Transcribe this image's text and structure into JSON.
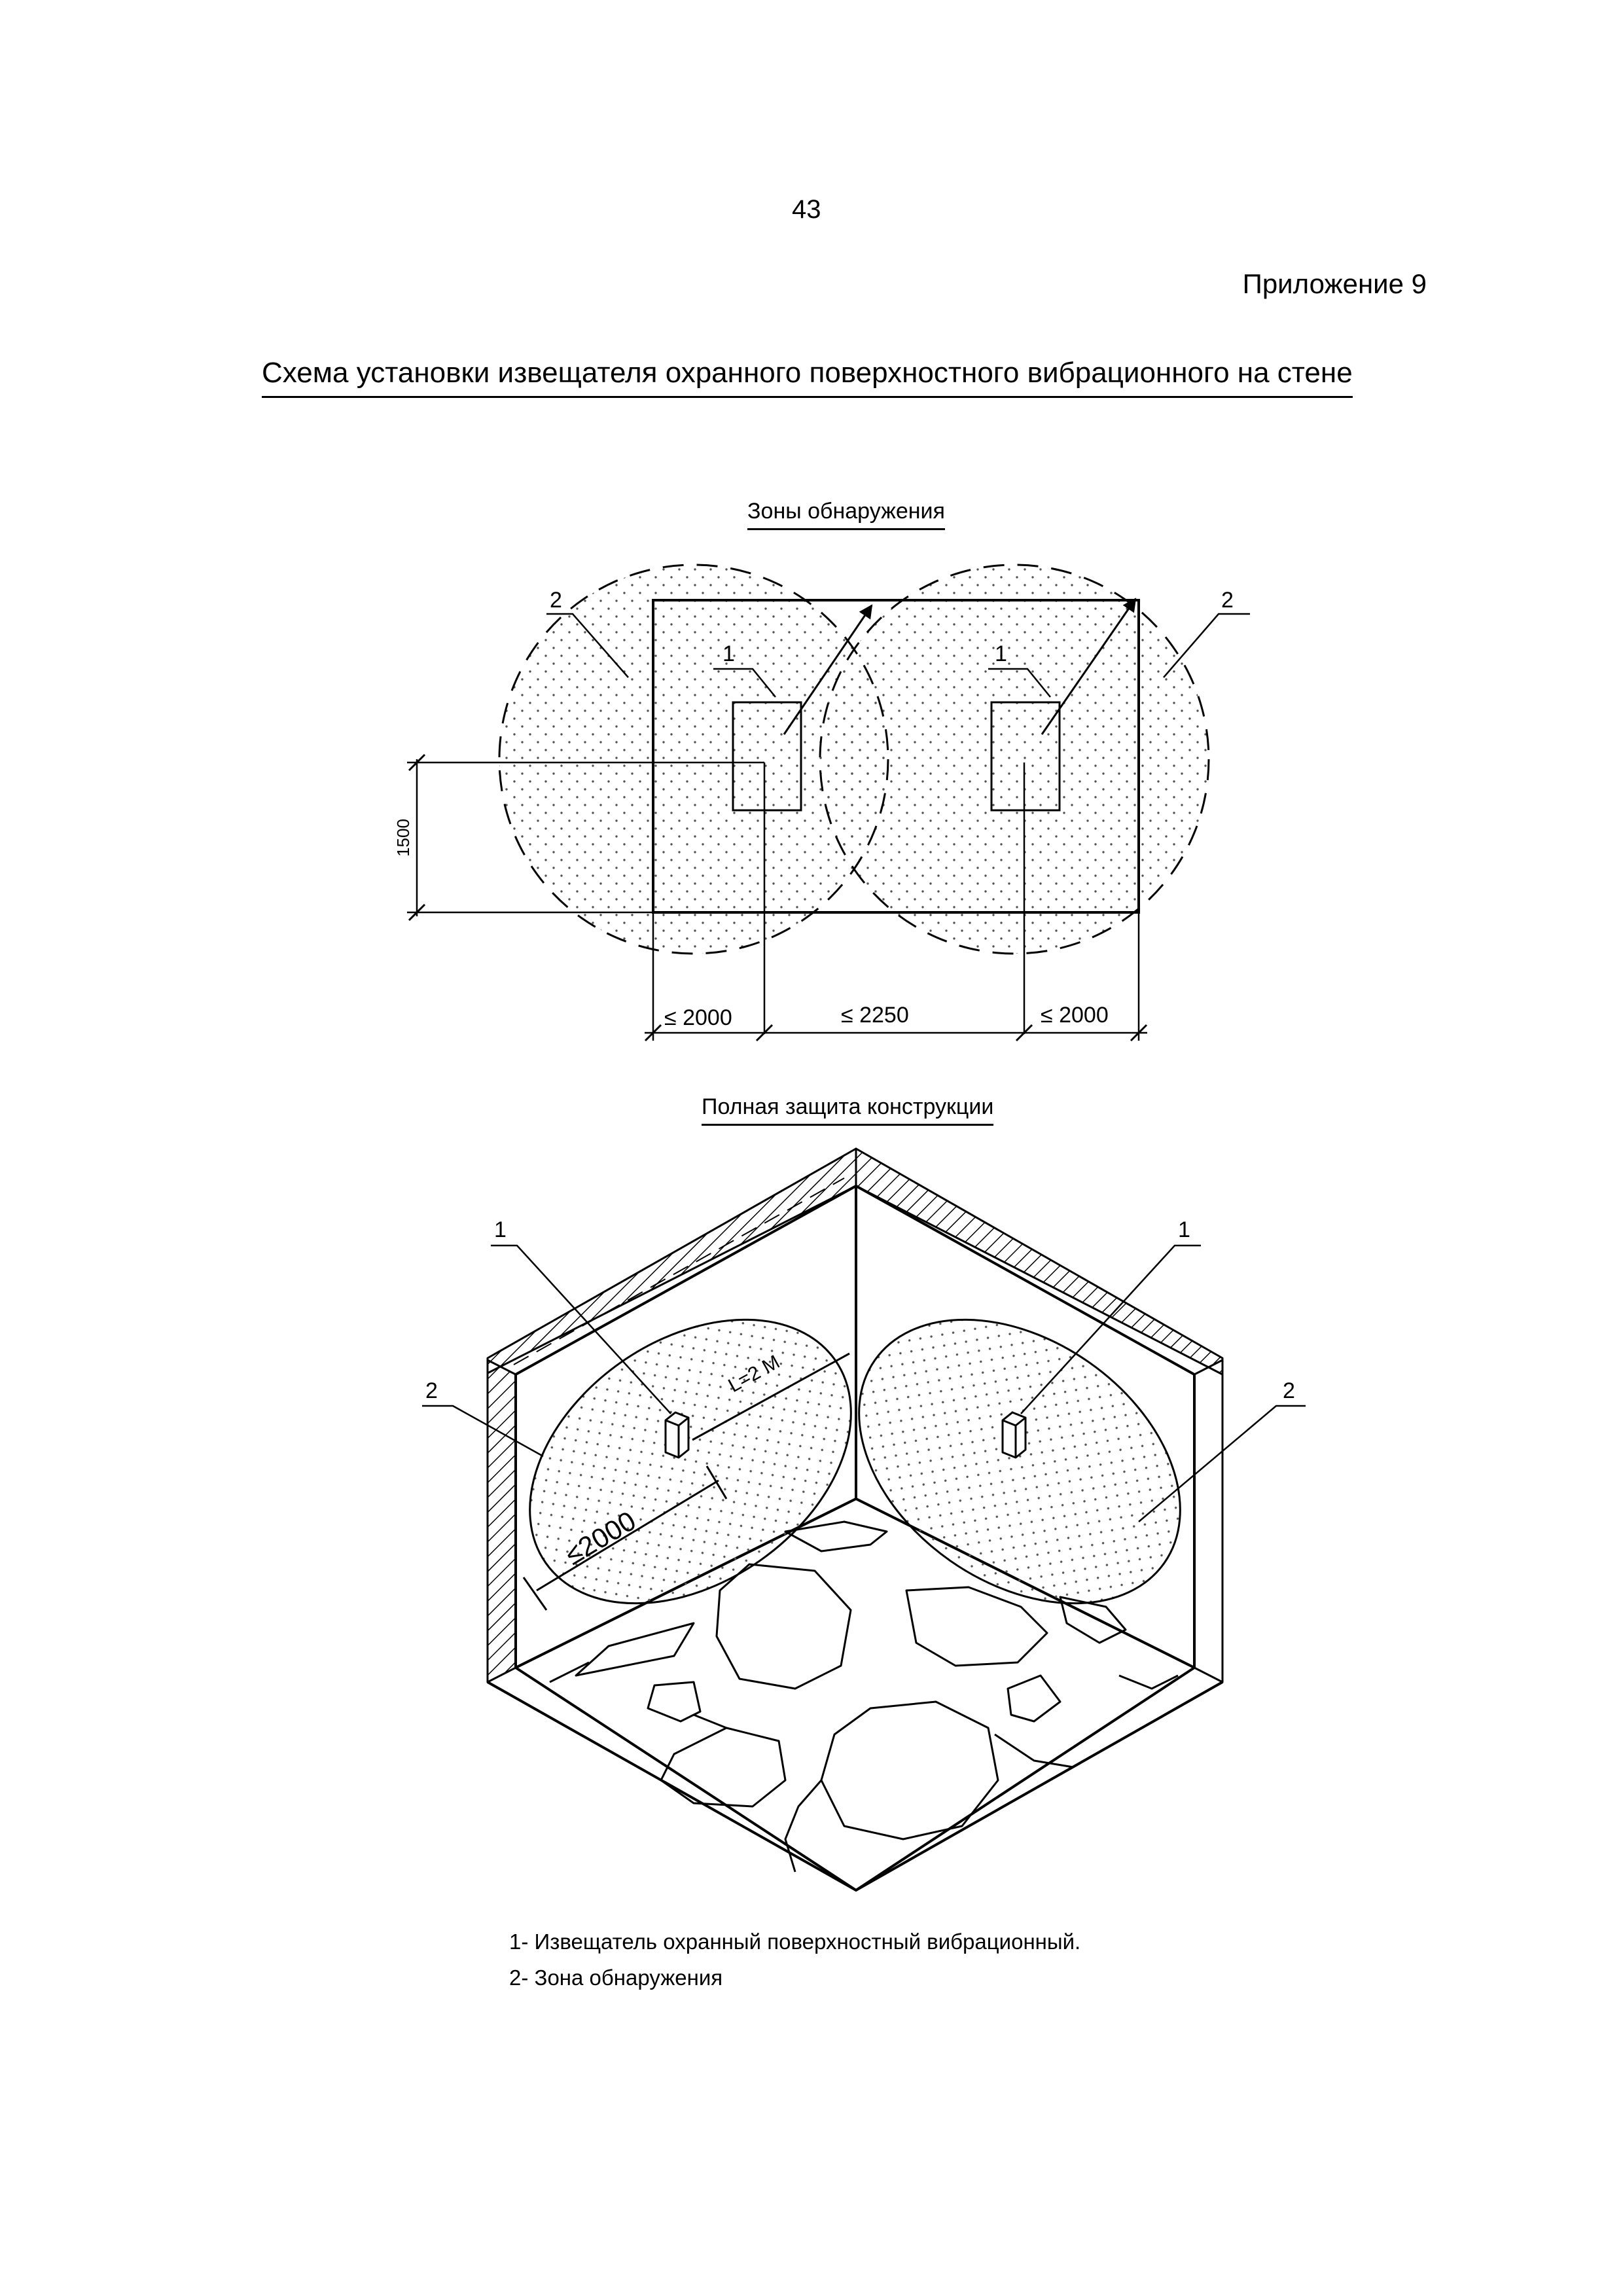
{
  "header": {
    "page_number": "43",
    "appendix": "Приложение 9",
    "title": "Схема установки извещателя охранного поверхностного вибрационного на стене"
  },
  "figure_zones": {
    "title": "Зоны обнаружения",
    "callouts": {
      "detector": "1",
      "zone": "2"
    },
    "dimensions": {
      "height": "1500",
      "left": "≤ 2000",
      "middle": "≤ 2250",
      "right": "≤ 2000"
    }
  },
  "figure_full_protection": {
    "title": "Полная защита конструкции",
    "callouts": {
      "detector": "1",
      "zone": "2"
    },
    "radius_label": "L=2 M",
    "diameter_label": "≤2000"
  },
  "legend": [
    "1- Извещатель охранный поверхностный вибрационный.",
    "2- Зона обнаружения"
  ]
}
